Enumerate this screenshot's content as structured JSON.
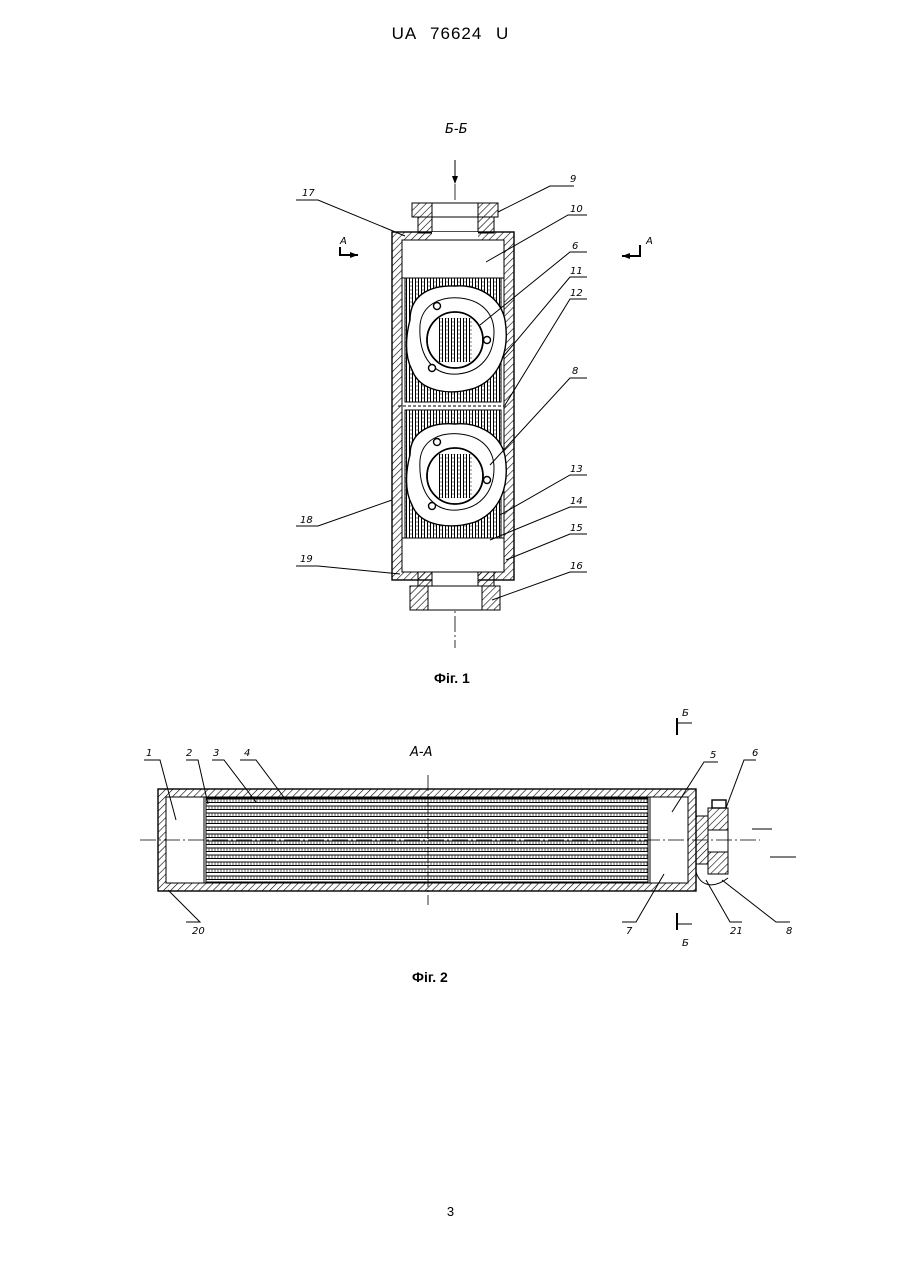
{
  "header": {
    "doc_id": "UA  76624  U"
  },
  "figure1": {
    "section_title": "Б-Б",
    "section_mark_left": "А",
    "section_mark_right": "А",
    "caption": "Фiг. 1",
    "labels": [
      "9",
      "10",
      "17",
      "6",
      "11",
      "12",
      "8",
      "13",
      "14",
      "15",
      "16",
      "18",
      "19"
    ]
  },
  "figure2": {
    "section_title": "А-А",
    "section_mark_top": "Б",
    "section_mark_bottom": "Б",
    "caption": "Фiг. 2",
    "labels": [
      "1",
      "2",
      "3",
      "4",
      "5",
      "6",
      "20",
      "7",
      "21",
      "8"
    ]
  },
  "footer": {
    "page_number": "3"
  }
}
